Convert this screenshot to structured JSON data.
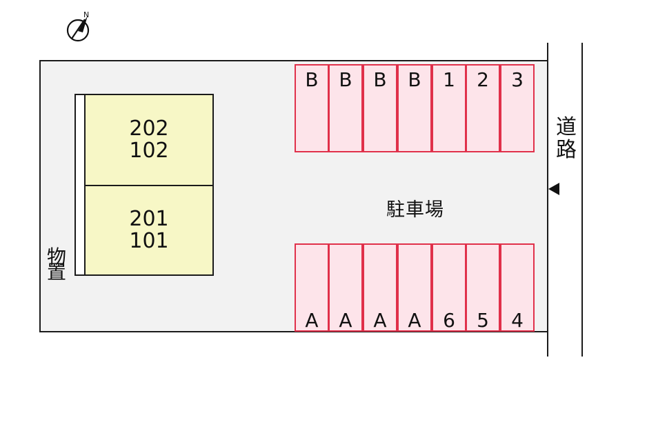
{
  "road": {
    "label": "道路"
  },
  "parking": {
    "label": "駐車場",
    "top_row": [
      "B",
      "B",
      "B",
      "B",
      "1",
      "2",
      "3"
    ],
    "bottom_row": [
      "A",
      "A",
      "A",
      "A",
      "6",
      "5",
      "4"
    ]
  },
  "building": {
    "upper_unit": {
      "line1": "202",
      "line2": "102"
    },
    "lower_unit": {
      "line1": "201",
      "line2": "101"
    }
  },
  "storage": {
    "label": "物置"
  },
  "compass": {
    "symbol": "north-arrow-icon"
  },
  "colors": {
    "space_border": "#e0304a",
    "space_fill": "#fde4ea",
    "building_fill": "#f7f7c6",
    "lot_fill": "#f2f2f2"
  }
}
